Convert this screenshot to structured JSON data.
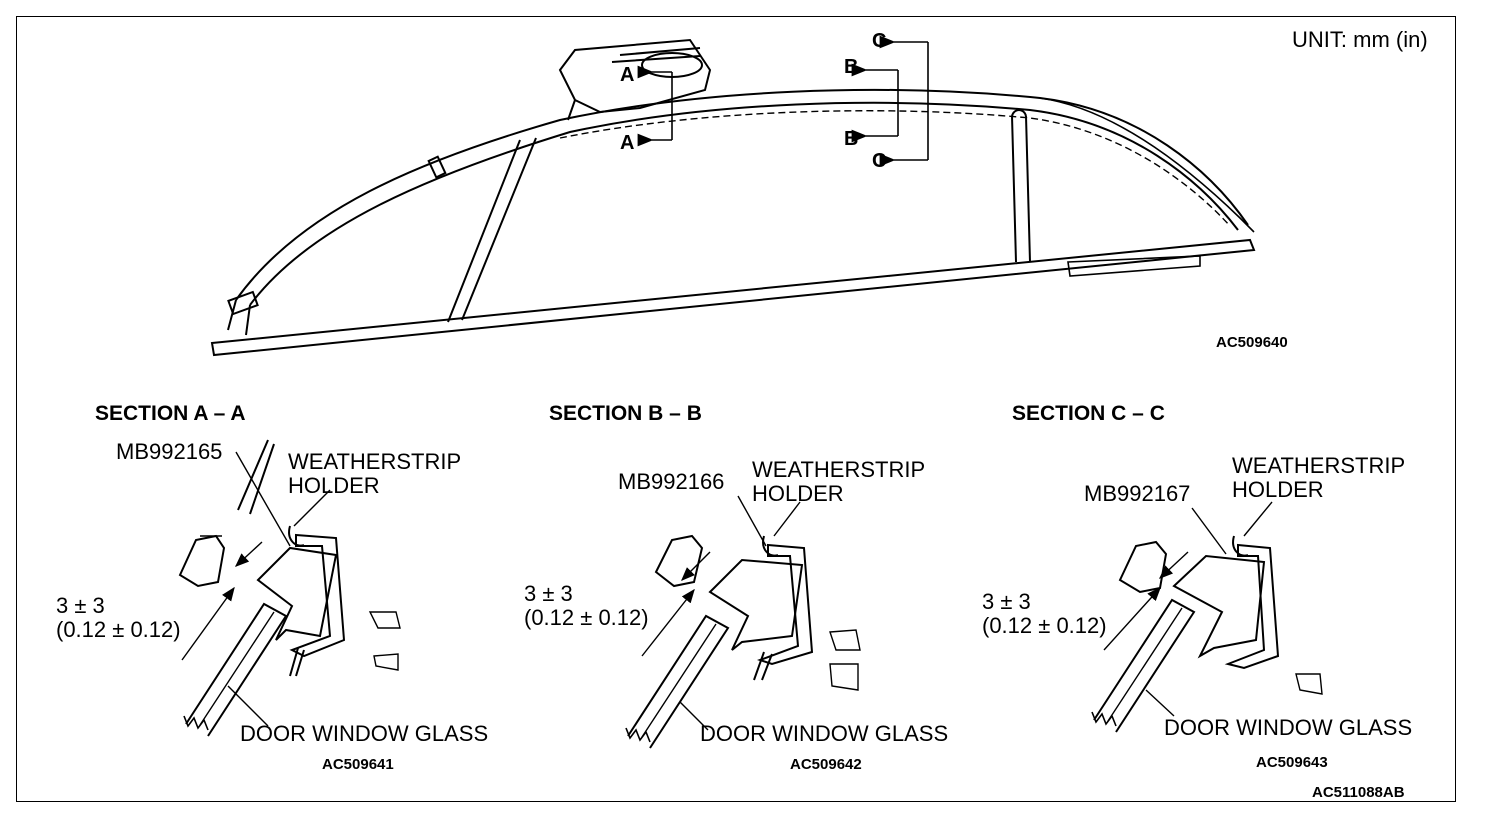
{
  "unit_label": "UNIT: mm (in)",
  "overview": {
    "code": "AC509640",
    "markers": [
      "A",
      "A",
      "B",
      "B",
      "C",
      "C"
    ]
  },
  "sections": [
    {
      "title": "SECTION A – A",
      "tool": "MB992165",
      "holder_line1": "WEATHERSTRIP",
      "holder_line2": "HOLDER",
      "dim_line1": "3 ± 3",
      "dim_line2": "(0.12 ± 0.12)",
      "glass": "DOOR WINDOW GLASS",
      "code": "AC509641"
    },
    {
      "title": "SECTION B – B",
      "tool": "MB992166",
      "holder_line1": "WEATHERSTRIP",
      "holder_line2": "HOLDER",
      "dim_line1": "3 ± 3",
      "dim_line2": "(0.12 ± 0.12)",
      "glass": "DOOR WINDOW GLASS",
      "code": "AC509642"
    },
    {
      "title": "SECTION C – C",
      "tool": "MB992167",
      "holder_line1": "WEATHERSTRIP",
      "holder_line2": "HOLDER",
      "dim_line1": "3 ± 3",
      "dim_line2": "(0.12 ± 0.12)",
      "glass": "DOOR WINDOW GLASS",
      "code": "AC509643"
    }
  ],
  "figure_code": "AC511088AB"
}
